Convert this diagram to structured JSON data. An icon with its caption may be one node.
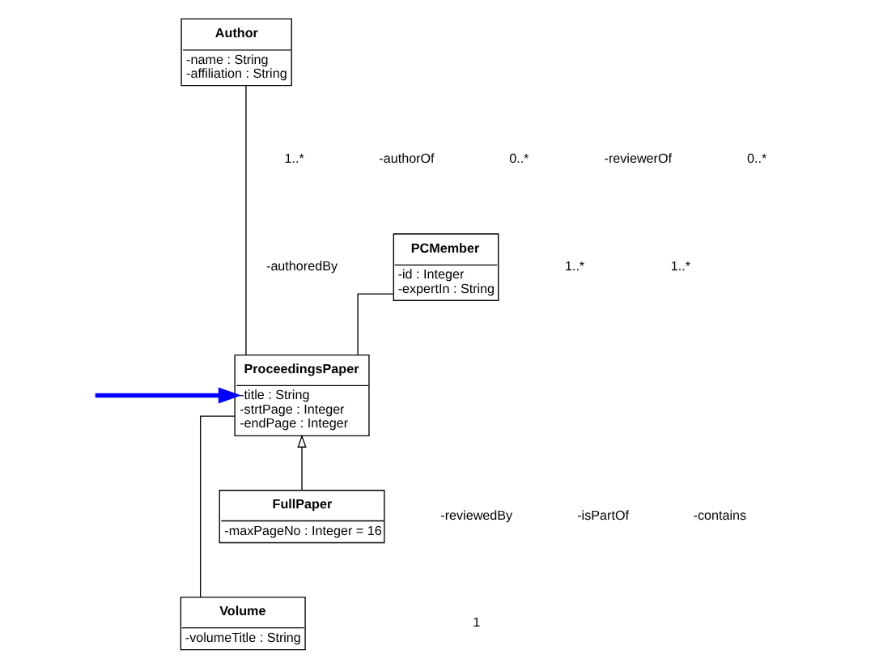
{
  "diagram": {
    "nodes": [
      {
        "text": [
          "Author",
          "-name : String",
          "-affiliation : String"
        ]
      },
      {
        "text": [
          "PCMember",
          "-id : Integer",
          "-expertIn : String"
        ]
      },
      {
        "text": [
          "ProceedingsPaper",
          "-title : String",
          "-strtPage : Integer",
          "-endPage : Integer"
        ]
      },
      {
        "text": [
          "Volume",
          "-volumeTitle : String"
        ]
      },
      {
        "text": [
          "FullPaper",
          "-maxPageNo : Integer = 16"
        ]
      }
    ],
    "edges": [
      {
        "from": null,
        "to": 2,
        "arrow": "to",
        "style": "thick",
        "color": "#0000ff"
      },
      {
        "from": 0,
        "to": 2,
        "arrow": "none"
      },
      {
        "from": 1,
        "to": 2,
        "arrow": "none"
      },
      {
        "from": 4,
        "to": 2,
        "arrow": "to"
      },
      {
        "from": 2,
        "to": 3,
        "arrow": "none"
      }
    ],
    "labels": [
      "1..*",
      "-authorOf",
      "0..*",
      "-reviewerOf",
      "0..*",
      "-authoredBy",
      "1..*",
      "1..*",
      "-reviewedBy",
      "-isPartOf",
      "-contains",
      "1"
    ]
  }
}
